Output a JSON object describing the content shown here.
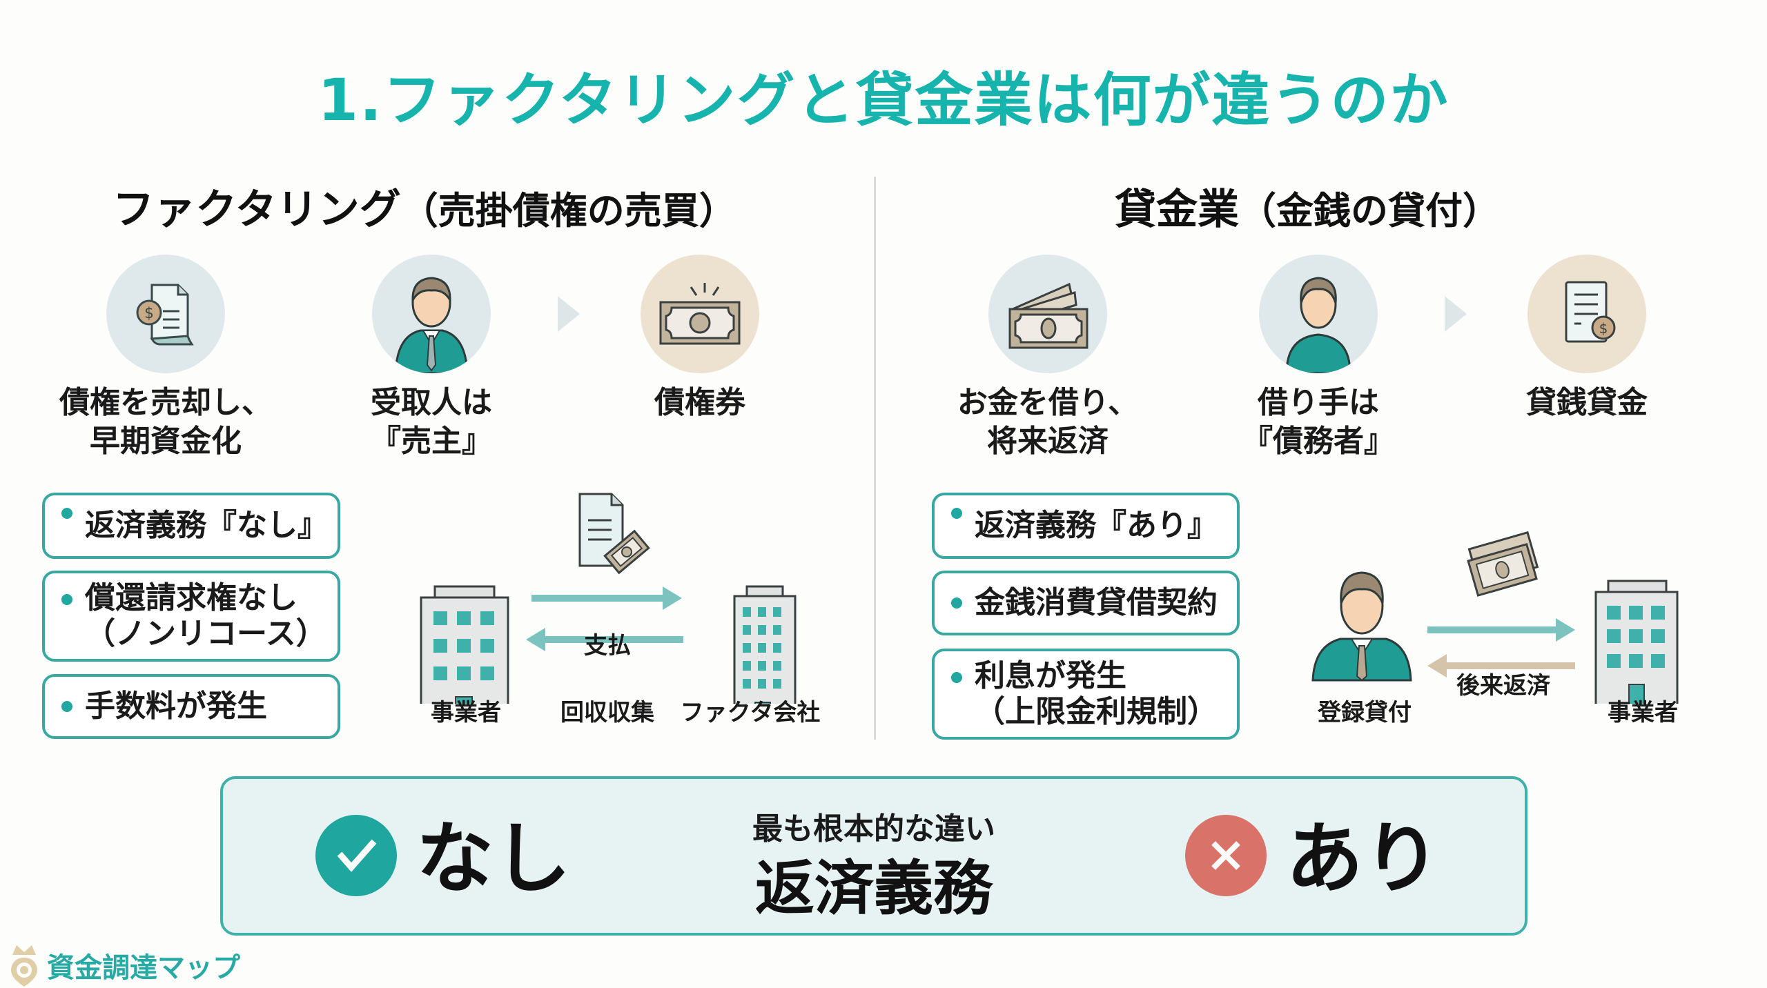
{
  "title": "1.ファクタリングと貸金業は何が違うのか",
  "left": {
    "heading": "ファクタリング",
    "heading_paren": "（売掛債権の売買）",
    "icons": [
      {
        "icon": "invoice-dollar-icon",
        "line1": "債権を売却し、",
        "line2": "早期資金化"
      },
      {
        "icon": "businessman-icon",
        "line1": "受取人は",
        "line2": "『売主』"
      },
      {
        "icon": "banknote-icon",
        "line1": "債権券",
        "line2": ""
      }
    ],
    "points": [
      {
        "line1": "返済義務『なし』",
        "line2": ""
      },
      {
        "line1": "償還請求権なし",
        "line2": "（ノンリコース）"
      },
      {
        "line1": "手数料が発生",
        "line2": ""
      }
    ],
    "flow": {
      "from": "事業者",
      "to": "ファクタ会社",
      "arrow_middle_label": "支払",
      "arrow_bottom_label": "回収収集"
    }
  },
  "right": {
    "heading": "貸金業",
    "heading_paren": "（金銭の貸付）",
    "icons": [
      {
        "icon": "cash-bills-icon",
        "line1": "お金を借り、",
        "line2": "将来返済"
      },
      {
        "icon": "borrower-icon",
        "line1": "借り手は",
        "line2": "『債務者』"
      },
      {
        "icon": "loan-document-icon",
        "line1": "貸銭貸金",
        "line2": ""
      }
    ],
    "points": [
      {
        "line1": "返済義務『あり』",
        "line2": ""
      },
      {
        "line1": "金銭消費貸借契約",
        "line2": ""
      },
      {
        "line1": "利息が発生",
        "line2": "（上限金利規制）"
      }
    ],
    "flow": {
      "from": "登録貸付",
      "to": "事業者",
      "arrow_bottom_label": "後来返済"
    }
  },
  "summary": {
    "left_word": "なし",
    "subtitle": "最も根本的な違い",
    "main": "返済義務",
    "right_word": "あり"
  },
  "logo": {
    "text": "資金調達マップ"
  },
  "colors": {
    "accent": "#17b3ad",
    "teal_border": "#3aa8a2",
    "arrow_teal": "#7cc3bf",
    "arrow_beige": "#d5c3aa",
    "check_green": "#1fa79f",
    "cross_red": "#d9736a",
    "summary_bg": "#e7f3f3"
  }
}
